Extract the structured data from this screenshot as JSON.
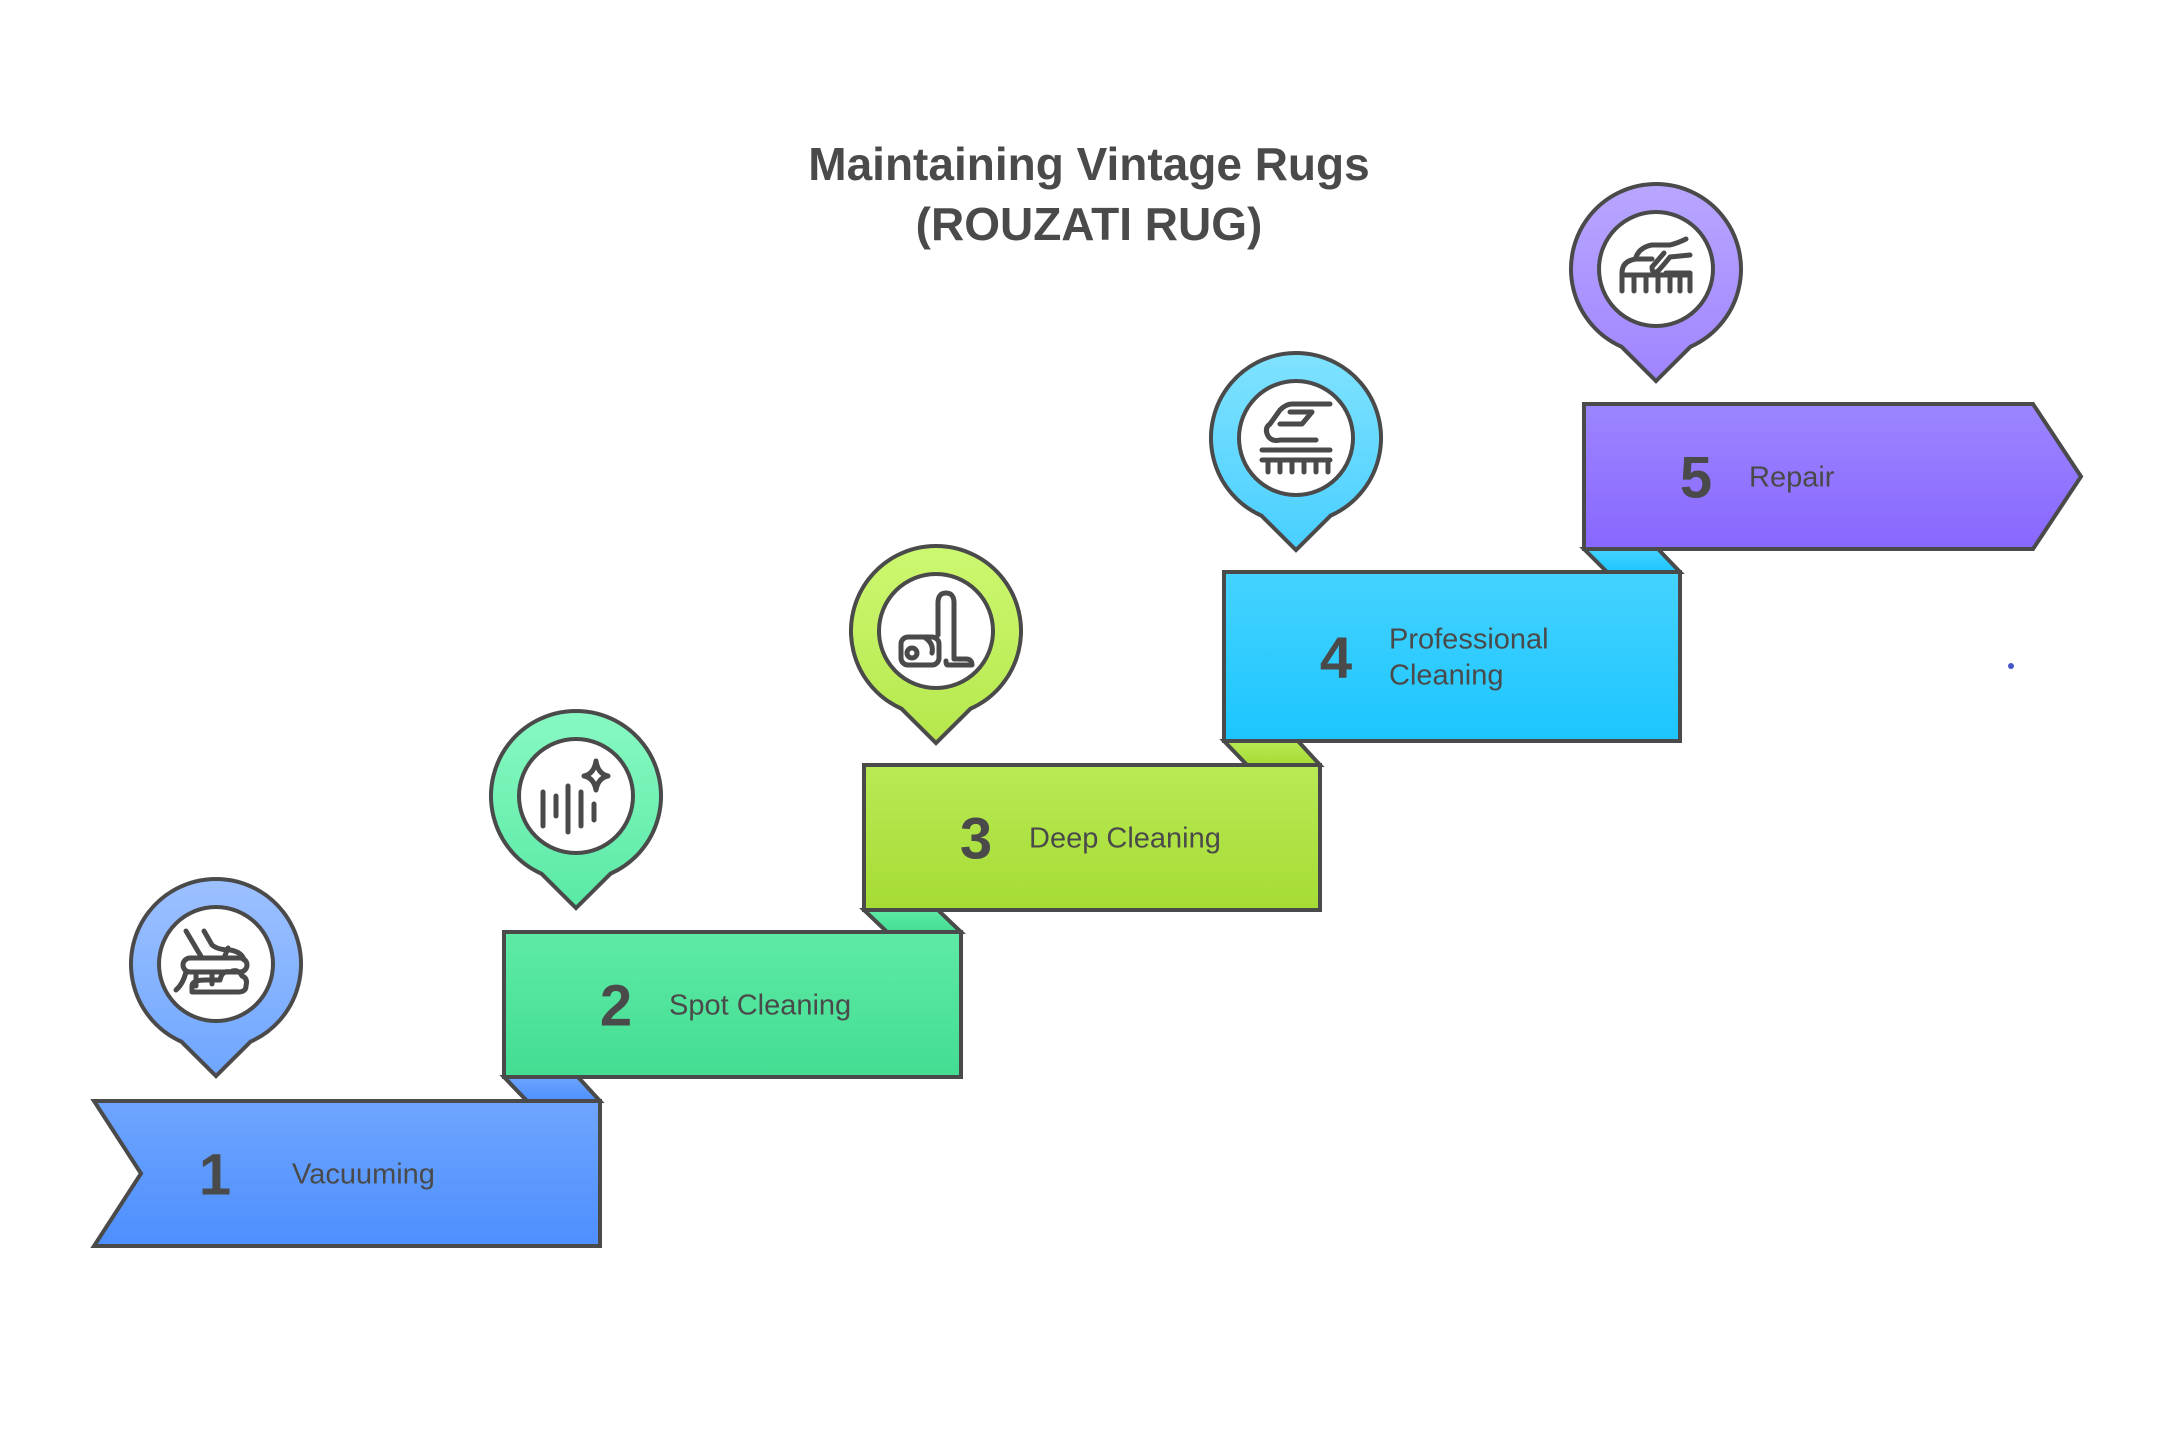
{
  "title": {
    "line1": "Maintaining Vintage Rugs",
    "line2": "(ROUZATI RUG)"
  },
  "steps": [
    {
      "number": "1",
      "label_lines": [
        "Vacuuming"
      ],
      "icon": "vacuum-brush-rug-icon",
      "colors": {
        "box_top": "#6ea5ff",
        "box_bottom": "#4d8ffe",
        "pin_top": "#9dc1ff",
        "pin_bottom": "#6fa6ff"
      }
    },
    {
      "number": "2",
      "label_lines": [
        "Spot Cleaning"
      ],
      "icon": "sparkle-lines-icon",
      "colors": {
        "box_top": "#5eeaa5",
        "box_bottom": "#43dd92",
        "pin_top": "#88f9c3",
        "pin_bottom": "#5ae9a5"
      }
    },
    {
      "number": "3",
      "label_lines": [
        "Deep Cleaning"
      ],
      "icon": "canister-vacuum-icon",
      "colors": {
        "box_top": "#b8ea55",
        "box_bottom": "#a6dc34",
        "pin_top": "#cdf871",
        "pin_bottom": "#b5e84c"
      }
    },
    {
      "number": "4",
      "label_lines": [
        "Professional",
        "Cleaning"
      ],
      "icon": "floor-scrubber-machine-icon",
      "colors": {
        "box_top": "#45d3ff",
        "box_bottom": "#1cc5ff",
        "pin_top": "#80e2ff",
        "pin_bottom": "#48cfff"
      }
    },
    {
      "number": "5",
      "label_lines": [
        "Repair"
      ],
      "icon": "hand-brush-icon",
      "colors": {
        "box_top": "#9d85ff",
        "box_bottom": "#8867ff",
        "pin_top": "#b9a6ff",
        "pin_bottom": "#9f85ff"
      }
    }
  ],
  "stray_dot_color": "#4455cc"
}
